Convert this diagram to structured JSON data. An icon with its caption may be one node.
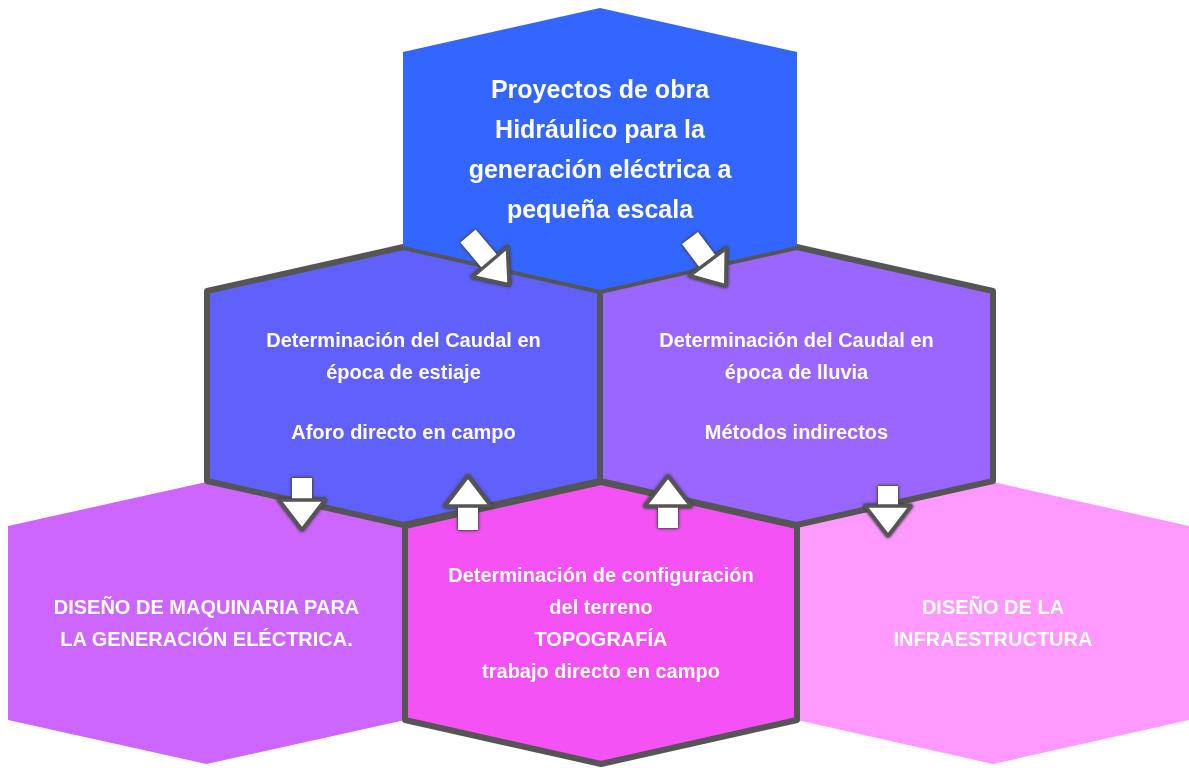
{
  "diagram": {
    "nodes": [
      {
        "text": [
          "Proyectos de obra Hidráulico para la generación eléctrica a pequeña escala"
        ]
      },
      {
        "text": [
          "Determinación del Caudal en época de estiaje",
          "Aforo directo en campo"
        ]
      },
      {
        "text": [
          "Determinación del Caudal en época de lluvia",
          "Métodos indirectos"
        ]
      },
      {
        "text": [
          "DISEÑO DE MAQUINARIA PARA LA GENERACIÓN ELÉCTRICA."
        ]
      },
      {
        "text": [
          "Determinación de configuración del terreno",
          "TOPOGRAFÍA",
          "trabajo directo en campo"
        ]
      },
      {
        "text": [
          "DISEÑO DE LA INFRAESTRUCTURA"
        ]
      }
    ],
    "edges": [
      {
        "from": 0,
        "to": 1,
        "arrow": "to"
      },
      {
        "from": 0,
        "to": 2,
        "arrow": "to"
      },
      {
        "from": 1,
        "to": 3,
        "arrow": "to"
      },
      {
        "from": 4,
        "to": 1,
        "arrow": "to"
      },
      {
        "from": 4,
        "to": 2,
        "arrow": "to"
      },
      {
        "from": 2,
        "to": 5,
        "arrow": "to"
      }
    ]
  }
}
